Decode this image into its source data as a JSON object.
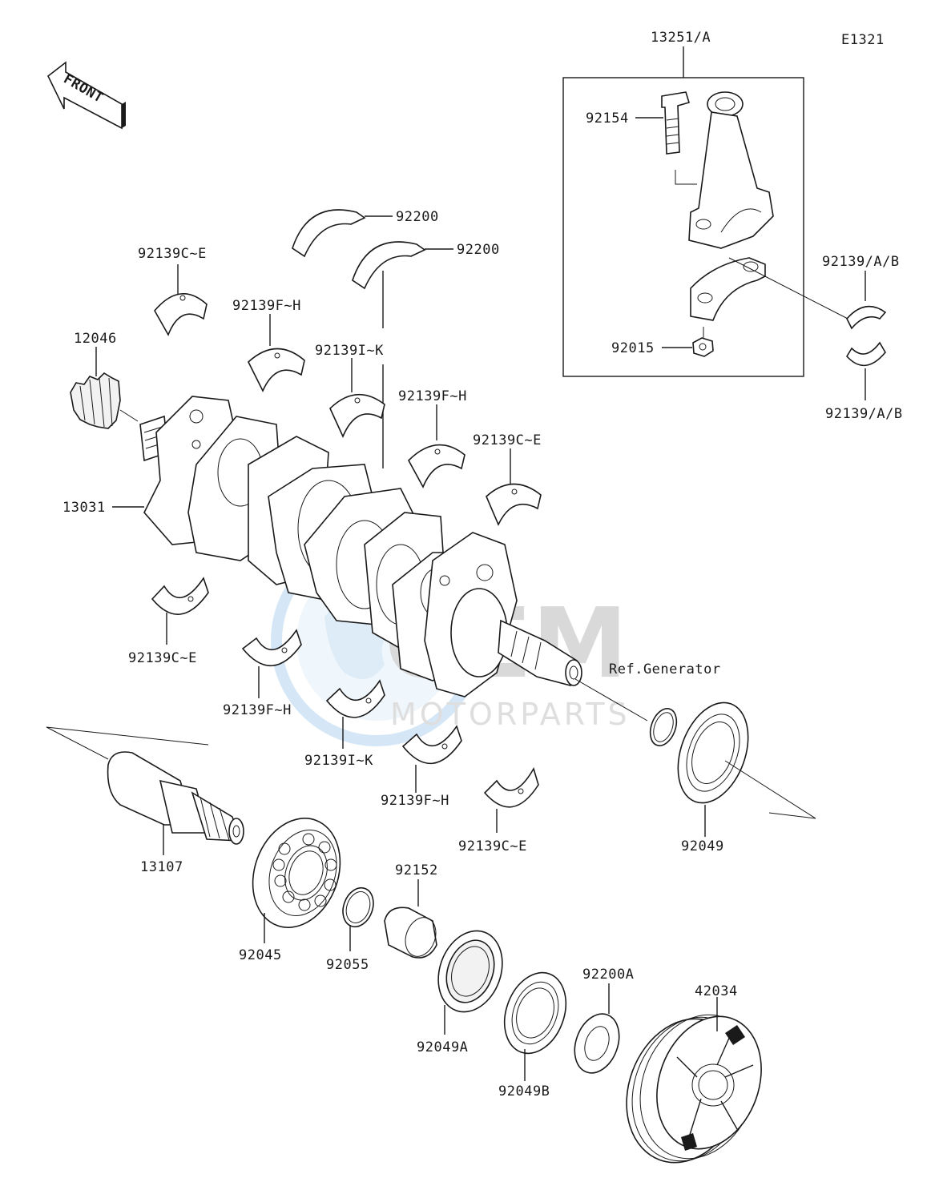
{
  "diagram_code": "E1321",
  "front_badge": "FRONT",
  "watermark": {
    "brand": "MOTORPARTS",
    "mark": "OEM"
  },
  "labels": {
    "p13251A": "13251/A",
    "p92154": "92154",
    "p92015": "92015",
    "p92139AB_upper": "92139/A/B",
    "p92139AB_lower": "92139/A/B",
    "p92200_a": "92200",
    "p92200_b": "92200",
    "p92139CE_1": "92139C~E",
    "p92139FH_1": "92139F~H",
    "p92139IK_1": "92139I~K",
    "p92139FH_2": "92139F~H",
    "p92139CE_2": "92139C~E",
    "p12046": "12046",
    "p13031": "13031",
    "p92139CE_3": "92139C~E",
    "p92139FH_3": "92139F~H",
    "p92139IK_2": "92139I~K",
    "p92139FH_4": "92139F~H",
    "p92139CE_4": "92139C~E",
    "ref_generator": "Ref.Generator",
    "p92049": "92049",
    "p13107": "13107",
    "p92152": "92152",
    "p92045": "92045",
    "p92055": "92055",
    "p92049A": "92049A",
    "p92049B": "92049B",
    "p92200A": "92200A",
    "p42034": "42034"
  }
}
